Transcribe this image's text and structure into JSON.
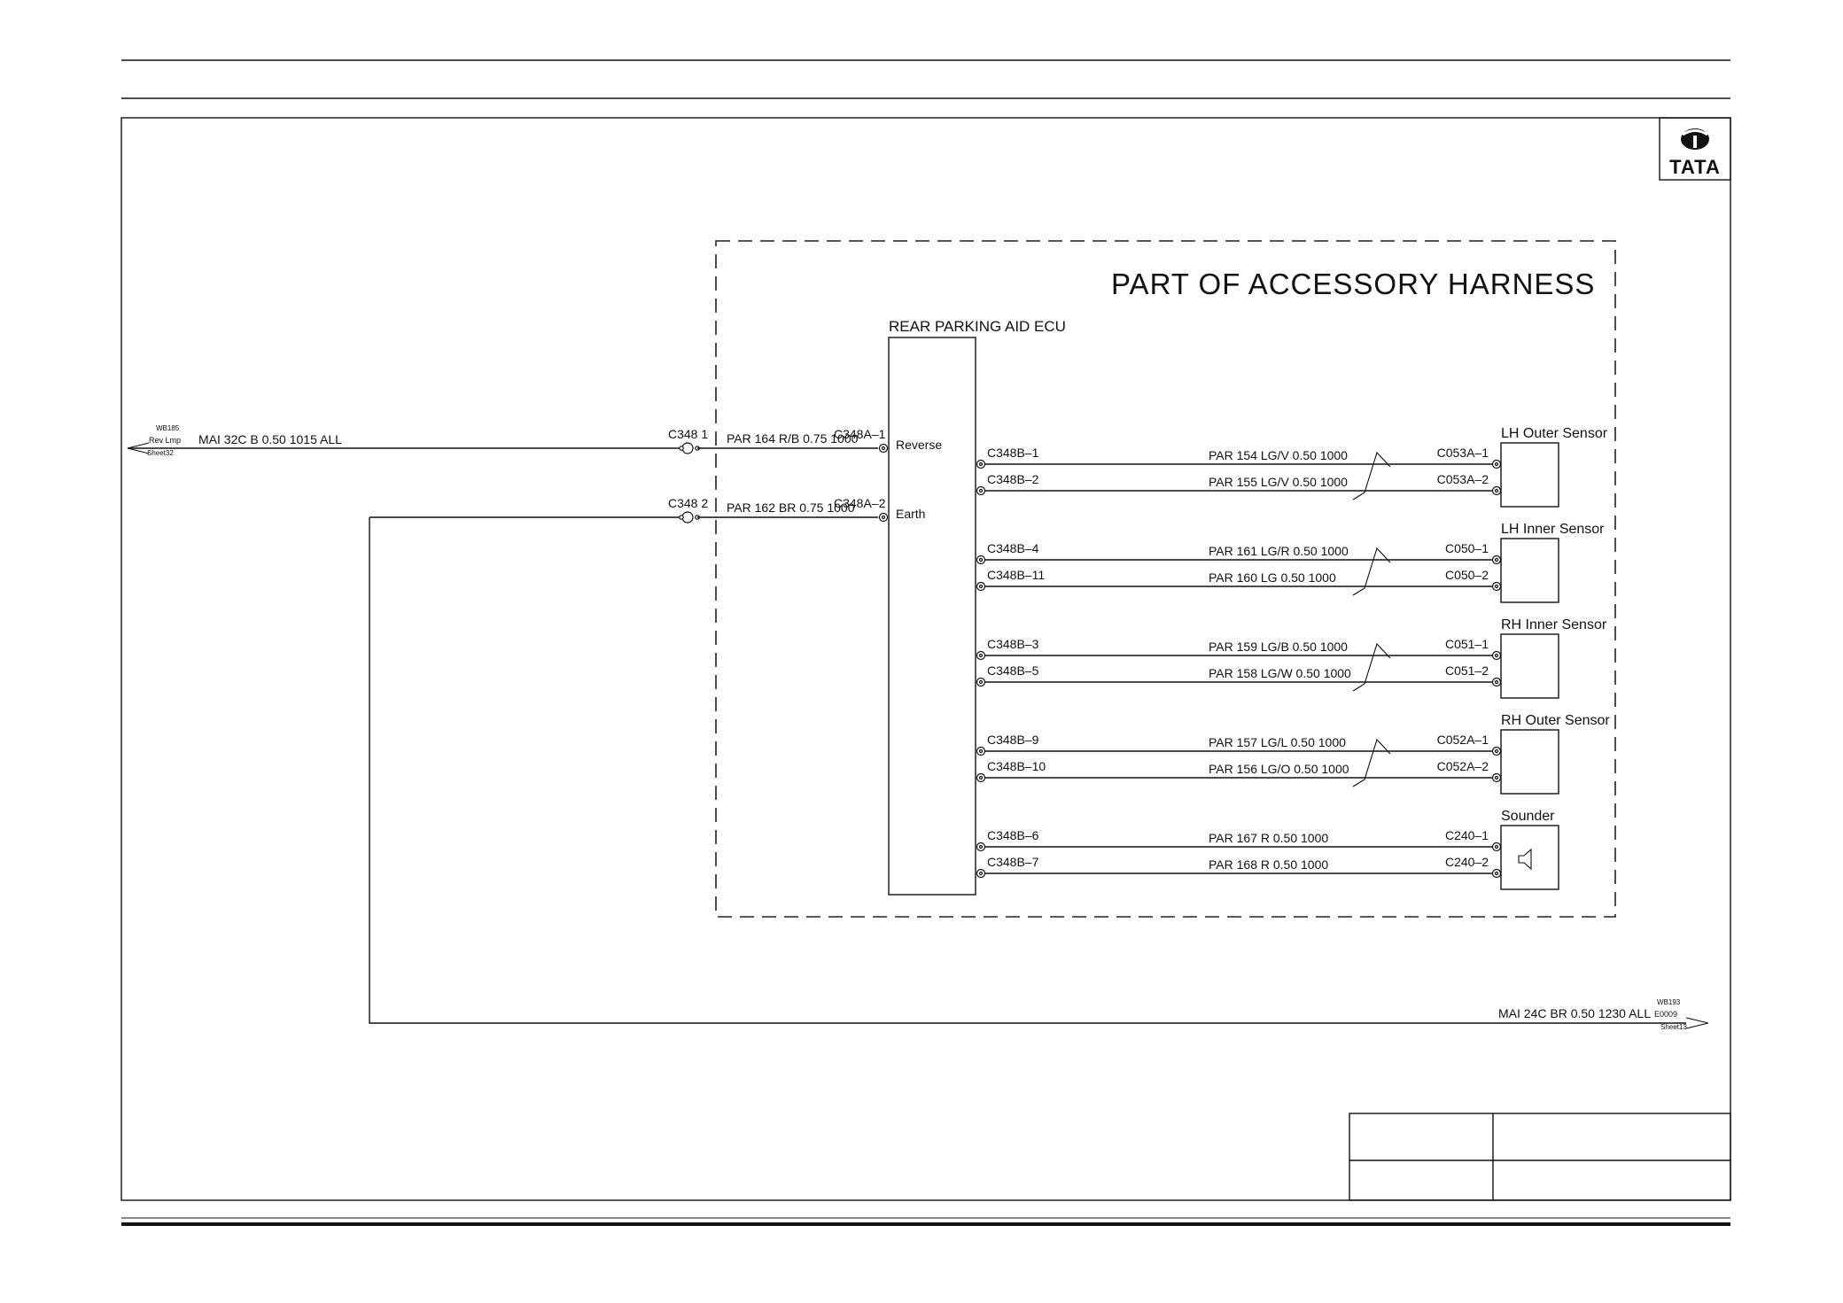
{
  "brand": {
    "logo_text": "TATA"
  },
  "harness_title": "PART OF ACCESSORY HARNESS",
  "ecu": {
    "title": "REAR PARKING AID ECU",
    "pins": [
      "Reverse",
      "Earth"
    ]
  },
  "input_circuits": [
    {
      "offsheet_ref": "WB185",
      "offsheet_name": "Rev Lmp",
      "offsheet_sheet": "Sheet32",
      "main_wire": "MAI  32C  B  0.50  1015  ALL",
      "connector": "C348  1",
      "harness_wire": "PAR  164  R/B  0.75  1000",
      "ecu_pin": "C348A–1"
    },
    {
      "connector": "C348  2",
      "harness_wire": "PAR  162  BR  0.75  1000",
      "ecu_pin": "C348A–2"
    }
  ],
  "ground_return": {
    "main_wire": "MAI  24C  BR  0.50  1230  ALL",
    "offsheet_ref": "WB193",
    "offsheet_name": "E0009",
    "offsheet_sheet": "Sheet13"
  },
  "sensors": [
    {
      "name": "LH  Outer  Sensor",
      "twisted": true,
      "wires": [
        {
          "ecu_pin": "C348B–1",
          "wire": "PAR   154  LG/V  0.50  1000",
          "pin": "C053A–1"
        },
        {
          "ecu_pin": "C348B–2",
          "wire": "PAR   155  LG/V  0.50  1000",
          "pin": "C053A–2"
        }
      ]
    },
    {
      "name": "LH  Inner  Sensor",
      "twisted": true,
      "wires": [
        {
          "ecu_pin": "C348B–4",
          "wire": "PAR   161  LG/R  0.50  1000",
          "pin": "C050–1"
        },
        {
          "ecu_pin": "C348B–11",
          "wire": "PAR   160  LG  0.50  1000",
          "pin": "C050–2"
        }
      ]
    },
    {
      "name": "RH  Inner  Sensor",
      "twisted": true,
      "wires": [
        {
          "ecu_pin": "C348B–3",
          "wire": "PAR   159  LG/B  0.50  1000",
          "pin": "C051–1"
        },
        {
          "ecu_pin": "C348B–5",
          "wire": "PAR   158  LG/W  0.50  1000",
          "pin": "C051–2"
        }
      ]
    },
    {
      "name": "RH  Outer  Sensor",
      "twisted": true,
      "wires": [
        {
          "ecu_pin": "C348B–9",
          "wire": "PAR   157  LG/L  0.50  1000",
          "pin": "C052A–1"
        },
        {
          "ecu_pin": "C348B–10",
          "wire": "PAR   156  LG/O  0.50  1000",
          "pin": "C052A–2"
        }
      ]
    },
    {
      "name": "Sounder",
      "twisted": false,
      "wires": [
        {
          "ecu_pin": "C348B–6",
          "wire": "PAR   167  R  0.50  1000",
          "pin": "C240–1"
        },
        {
          "ecu_pin": "C348B–7",
          "wire": "PAR   168  R  0.50  1000",
          "pin": "C240–2"
        }
      ]
    }
  ]
}
